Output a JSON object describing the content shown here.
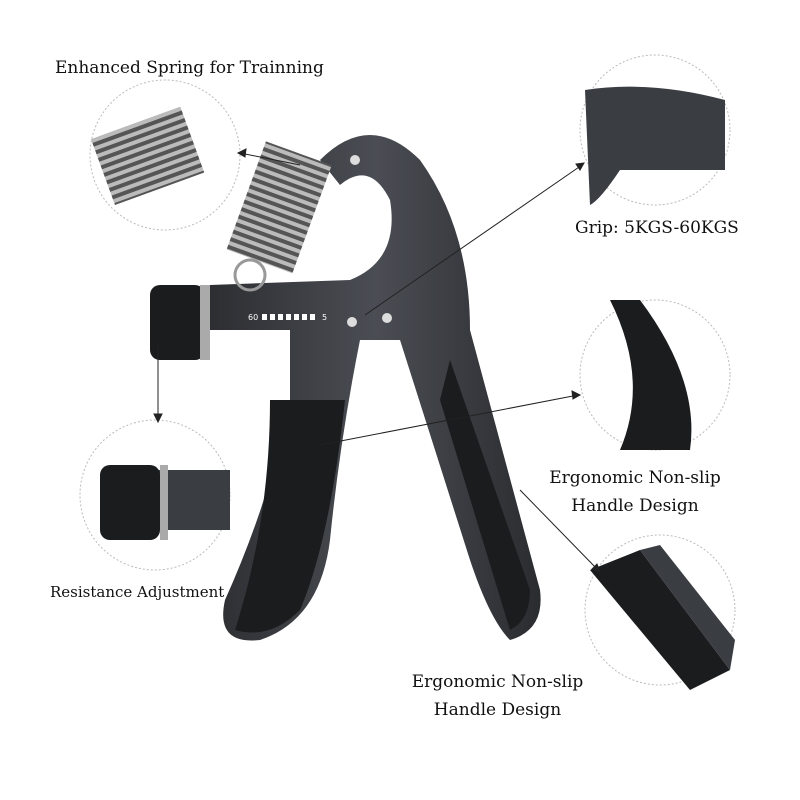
{
  "labels": {
    "spring": "Enhanced Spring for Trainning",
    "grip": "Grip: 5KGS-60KGS",
    "handle_right_line1": "Ergonomic Non-slip",
    "handle_right_line2": "Handle Design",
    "resistance": "Resistance Adjustment",
    "handle_bottom_line1": "Ergonomic Non-slip",
    "handle_bottom_line2": "Handle Design"
  },
  "scale": {
    "max": "60",
    "min": "5",
    "unit": "kg"
  },
  "colors": {
    "body": "#3a3d42",
    "grip": "#1b1c1e",
    "text": "#111111"
  }
}
